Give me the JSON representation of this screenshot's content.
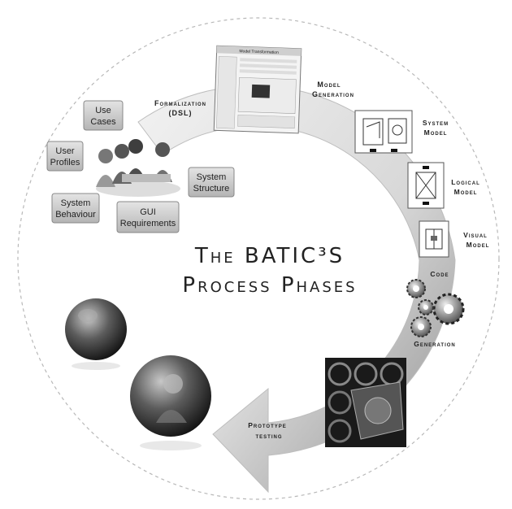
{
  "title": {
    "line1": "The BATIC³S",
    "line2": "Process Phases"
  },
  "requirement_tiles": [
    {
      "lines": [
        "Use",
        "Cases"
      ]
    },
    {
      "lines": [
        "User",
        "Profiles"
      ]
    },
    {
      "lines": [
        "System",
        "Behaviour"
      ]
    },
    {
      "lines": [
        "GUI",
        "Requirements"
      ]
    },
    {
      "lines": [
        "System",
        "Structure"
      ]
    }
  ],
  "phases": {
    "formalization": [
      "Formalization",
      "(DSL)"
    ],
    "model_generation": [
      "Model",
      "Generation"
    ],
    "system_model": [
      "System",
      "Model"
    ],
    "logical_model": [
      "Logical",
      "Model"
    ],
    "visual_model": [
      "Visual",
      "Model"
    ],
    "code": "Code",
    "generation": "Generation",
    "prototype_testing": [
      "Prototype",
      "testing"
    ]
  },
  "screenshot_window_title": "Model Transformation",
  "colors": {
    "arrow_light": "#e2e2e2",
    "arrow_dark": "#8a8a8a",
    "circle_dash": "#b8b8b8",
    "tile_fill": "#c9c9c9",
    "text": "#222222"
  }
}
